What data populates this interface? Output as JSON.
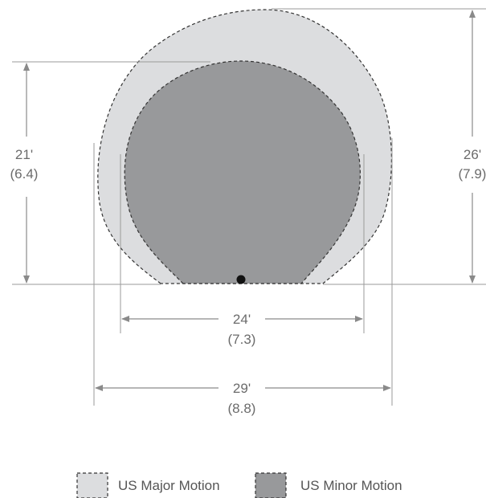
{
  "dimensions": {
    "minor_height": {
      "value": "21'",
      "metric": "(6.4)"
    },
    "major_height": {
      "value": "26'",
      "metric": "(7.9)"
    },
    "minor_width": {
      "value": "24'",
      "metric": "(7.3)"
    },
    "major_width": {
      "value": "29'",
      "metric": "(8.8)"
    }
  },
  "legend": {
    "major_label": "US Major Motion",
    "minor_label": "US Minor Motion"
  },
  "colors": {
    "major_fill": "#dcdddf",
    "minor_fill": "#98999b",
    "outline": "#333333",
    "sensor": "#111111"
  }
}
